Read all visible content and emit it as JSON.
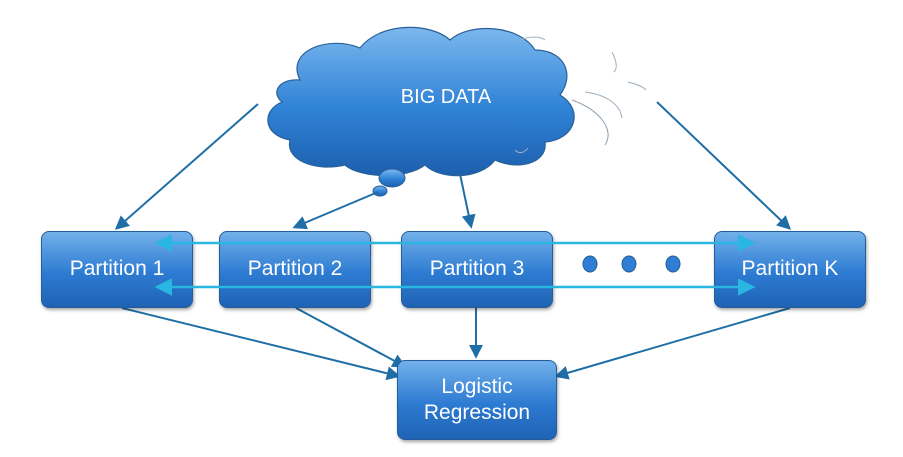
{
  "cloud": {
    "label": "BIG DATA"
  },
  "partitions": [
    {
      "label": "Partition 1"
    },
    {
      "label": "Partition 2"
    },
    {
      "label": "Partition 3"
    },
    {
      "label": "Partition K"
    }
  ],
  "model": {
    "line1": "Logistic",
    "line2": "Regression"
  },
  "colors": {
    "box": "#2d7bd2",
    "arrow": "#1f6fa6",
    "link": "#29b6e0"
  }
}
